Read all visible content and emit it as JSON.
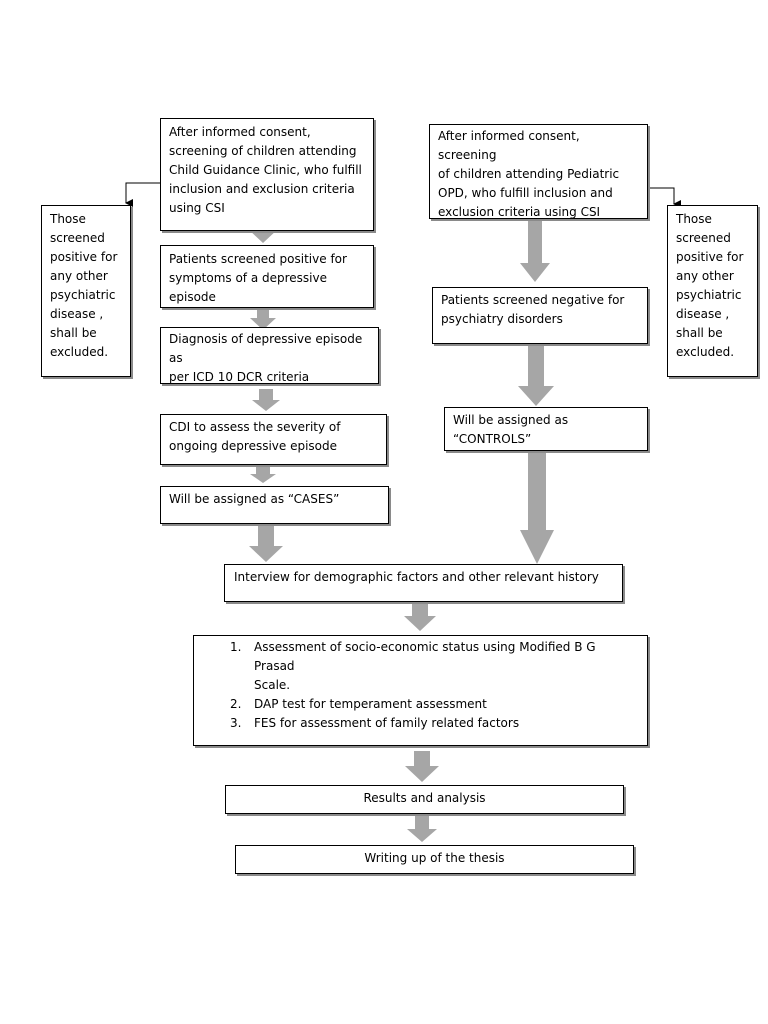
{
  "left_branch": {
    "start": "After informed consent,\nscreening of children attending\nChild Guidance Clinic, who fulfill\ninclusion and exclusion criteria\nusing CSI",
    "exclusion_note": "Those\nscreened\npositive for\nany other\npsychiatric\ndisease ,\nshall be\nexcluded.",
    "screened_positive": "Patients screened positive for\nsymptoms of a depressive\nepisode",
    "diagnosis": "Diagnosis of depressive episode as\nper ICD 10 DCR criteria",
    "cdi": "CDI to assess the severity of\nongoing depressive episode",
    "cases": "Will be assigned as “CASES”"
  },
  "right_branch": {
    "start": "After informed consent, screening\nof children attending Pediatric\nOPD, who fulfill inclusion and\nexclusion criteria using CSI",
    "exclusion_note": "Those\nscreened\npositive for\nany other\npsychiatric\ndisease ,\nshall be\nexcluded.",
    "screened_negative": "Patients screened negative for\npsychiatry disorders",
    "controls": "Will be assigned as\n“CONTROLS”"
  },
  "interview": "Interview for demographic factors and other relevant history",
  "assessments": [
    {
      "number": "1.",
      "text": "Assessment of socio-economic status using Modified B G Prasad\nScale."
    },
    {
      "number": "2.",
      "text": "DAP test for temperament assessment"
    },
    {
      "number": "3.",
      "text": "FES for assessment of family related factors"
    }
  ],
  "results": "Results and analysis",
  "thesis": "Writing up of the thesis",
  "colors": {
    "arrow": "#a6a6a6",
    "border": "#000000",
    "shadow": "#8a8a8a"
  }
}
